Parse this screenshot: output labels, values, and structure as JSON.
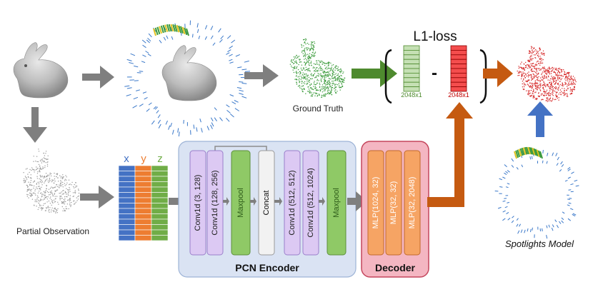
{
  "labels": {
    "partial_observation": "Partial Observation",
    "ground_truth": "Ground Truth",
    "loss": "L1-loss",
    "minus": "-",
    "gt_vector": "2048x1",
    "pred_vector": "2048x1",
    "spotlights": "Spotlights Model",
    "encoder": "PCN Encoder",
    "decoder": "Decoder"
  },
  "axes": [
    "x",
    "y",
    "z"
  ],
  "encoder_blocks": [
    {
      "label": "Conv1d (3, 128)",
      "kind": "conv"
    },
    {
      "label": "Conv1d (128, 256)",
      "kind": "conv"
    },
    {
      "label": "Maxpool",
      "kind": "pool"
    },
    {
      "label": "Concat",
      "kind": "concat"
    },
    {
      "label": "Conv1d (512, 512)",
      "kind": "conv"
    },
    {
      "label": "Conv1d (512, 1024)",
      "kind": "conv"
    },
    {
      "label": "Maxpool",
      "kind": "pool"
    }
  ],
  "decoder_blocks": [
    {
      "label": "MLP(1024, 32)"
    },
    {
      "label": "MLP(32, 32)"
    },
    {
      "label": "MLP(32, 2048)"
    }
  ],
  "colors": {
    "arrow_gray": "#7f7f7f",
    "arrow_green": "#4e8a2e",
    "arrow_orange": "#c55a11",
    "arrow_blue": "#4472c4",
    "encoder_bg": "#dae3f3",
    "decoder_bg": "#f4b6c2",
    "conv_fill": "#dcc9f3",
    "pool_fill": "#8fc966",
    "mlp_fill": "#f6a464",
    "gt_points": "#3a9a3a",
    "pred_points": "#d42020",
    "gt_vector_fill": "#c5e0b4",
    "pred_vector_fill": "#f44d4d",
    "col_x": "#4472c4",
    "col_y": "#ed7d31",
    "col_z": "#70ad47"
  },
  "icons": [
    "bunny-mesh",
    "bunny-partial-point-cloud",
    "bunny-ground-truth-points",
    "bunny-predicted-points",
    "spotlight-rays"
  ]
}
